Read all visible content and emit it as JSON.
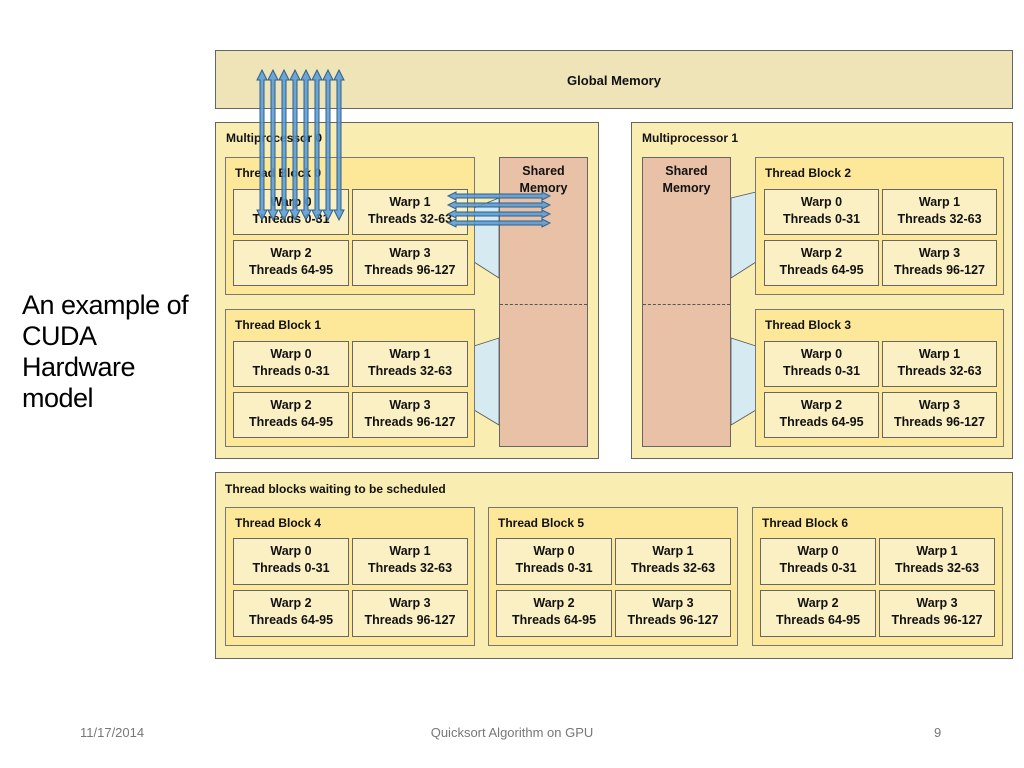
{
  "slide": {
    "title": "An example of CUDA Hardware model",
    "footer_date": "11/17/2014",
    "footer_center": "Quicksort Algorithm on GPU",
    "page_number": "9"
  },
  "diagram": {
    "global_memory": "Global Memory",
    "multiprocessor_0": {
      "label": "Multiprocessor 0",
      "shared_memory": [
        "Shared",
        "Memory"
      ],
      "blocks": [
        {
          "label": "Thread Block 0",
          "warps": [
            {
              "name": "Warp 0",
              "threads": "Threads 0-31"
            },
            {
              "name": "Warp 1",
              "threads": "Threads 32-63"
            },
            {
              "name": "Warp 2",
              "threads": "Threads 64-95"
            },
            {
              "name": "Warp 3",
              "threads": "Threads 96-127"
            }
          ]
        },
        {
          "label": "Thread Block 1",
          "warps": [
            {
              "name": "Warp 0",
              "threads": "Threads 0-31"
            },
            {
              "name": "Warp 1",
              "threads": "Threads 32-63"
            },
            {
              "name": "Warp 2",
              "threads": "Threads 64-95"
            },
            {
              "name": "Warp 3",
              "threads": "Threads 96-127"
            }
          ]
        }
      ]
    },
    "multiprocessor_1": {
      "label": "Multiprocessor 1",
      "shared_memory": [
        "Shared",
        "Memory"
      ],
      "blocks": [
        {
          "label": "Thread Block 2",
          "warps": [
            {
              "name": "Warp 0",
              "threads": "Threads 0-31"
            },
            {
              "name": "Warp 1",
              "threads": "Threads 32-63"
            },
            {
              "name": "Warp 2",
              "threads": "Threads 64-95"
            },
            {
              "name": "Warp 3",
              "threads": "Threads 96-127"
            }
          ]
        },
        {
          "label": "Thread Block 3",
          "warps": [
            {
              "name": "Warp 0",
              "threads": "Threads 0-31"
            },
            {
              "name": "Warp 1",
              "threads": "Threads 32-63"
            },
            {
              "name": "Warp 2",
              "threads": "Threads 64-95"
            },
            {
              "name": "Warp 3",
              "threads": "Threads 96-127"
            }
          ]
        }
      ]
    },
    "waiting": {
      "label": "Thread blocks waiting to be scheduled",
      "blocks": [
        {
          "label": "Thread Block 4",
          "warps": [
            {
              "name": "Warp 0",
              "threads": "Threads 0-31"
            },
            {
              "name": "Warp 1",
              "threads": "Threads 32-63"
            },
            {
              "name": "Warp 2",
              "threads": "Threads 64-95"
            },
            {
              "name": "Warp 3",
              "threads": "Threads 96-127"
            }
          ]
        },
        {
          "label": "Thread Block 5",
          "warps": [
            {
              "name": "Warp 0",
              "threads": "Threads 0-31"
            },
            {
              "name": "Warp 1",
              "threads": "Threads 32-63"
            },
            {
              "name": "Warp 2",
              "threads": "Threads 64-95"
            },
            {
              "name": "Warp 3",
              "threads": "Threads 96-127"
            }
          ]
        },
        {
          "label": "Thread Block 6",
          "warps": [
            {
              "name": "Warp 0",
              "threads": "Threads 0-31"
            },
            {
              "name": "Warp 1",
              "threads": "Threads 32-63"
            },
            {
              "name": "Warp 2",
              "threads": "Threads 64-95"
            },
            {
              "name": "Warp 3",
              "threads": "Threads 96-127"
            }
          ]
        }
      ]
    },
    "colors": {
      "panel": "#faedb1",
      "block": "#fde89a",
      "shared_memory": "#e8c1a6",
      "connector": "#d6eaf2",
      "arrow_fill": "#5b9bd5",
      "arrow_stroke": "#2e5f8a"
    }
  }
}
